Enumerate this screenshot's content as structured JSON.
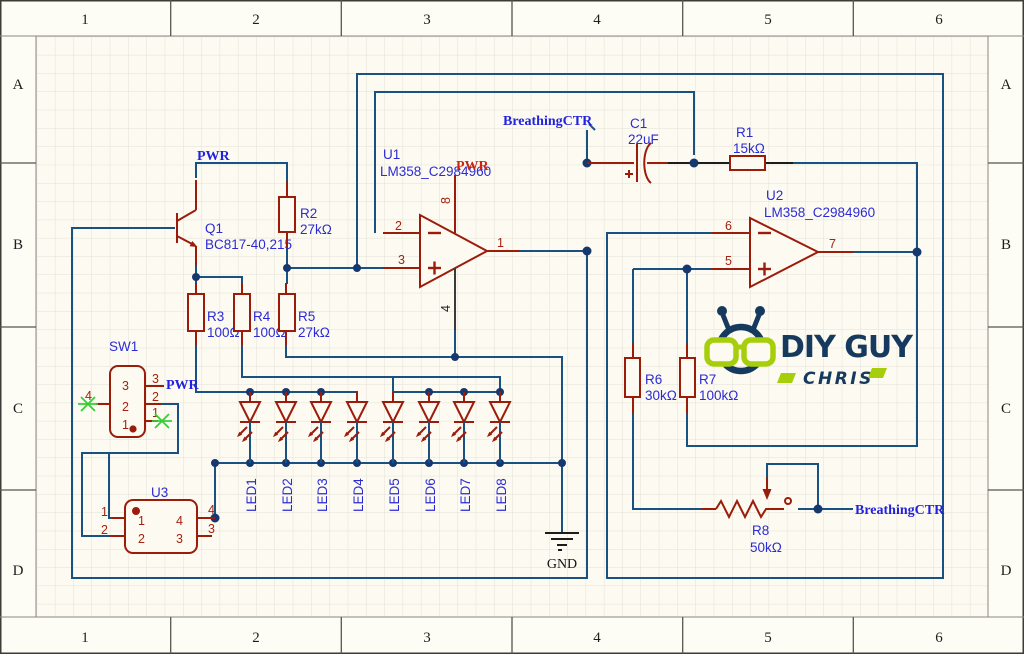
{
  "border": {
    "cols": [
      "1",
      "2",
      "3",
      "4",
      "5",
      "6"
    ],
    "rows": [
      "A",
      "B",
      "C",
      "D"
    ]
  },
  "nets": {
    "pwr": "PWR",
    "breathing": "BreathingCTR",
    "gnd": "GND"
  },
  "components": {
    "q1": {
      "ref": "Q1",
      "value": "BC817-40,215"
    },
    "r1": {
      "ref": "R1",
      "value": "15kΩ"
    },
    "r2": {
      "ref": "R2",
      "value": "27kΩ"
    },
    "r3": {
      "ref": "R3",
      "value": "100Ω"
    },
    "r4": {
      "ref": "R4",
      "value": "100Ω"
    },
    "r5": {
      "ref": "R5",
      "value": "27kΩ"
    },
    "r6": {
      "ref": "R6",
      "value": "30kΩ"
    },
    "r7": {
      "ref": "R7",
      "value": "100kΩ"
    },
    "r8": {
      "ref": "R8",
      "value": "50kΩ"
    },
    "c1": {
      "ref": "C1",
      "value": "22uF"
    },
    "u1": {
      "ref": "U1",
      "value": "LM358_C2984960",
      "pins": {
        "inv": "2",
        "nin": "3",
        "out": "1",
        "vcc": "8",
        "gnd": "4"
      }
    },
    "u2": {
      "ref": "U2",
      "value": "LM358_C2984960",
      "pins": {
        "inv": "6",
        "nin": "5",
        "out": "7"
      }
    },
    "u3": {
      "ref": "U3",
      "pins": {
        "p1": "1",
        "p2": "2",
        "p3": "3",
        "p4": "4"
      }
    },
    "sw1": {
      "ref": "SW1",
      "pins": {
        "p1": "1",
        "p2": "2",
        "p3": "3",
        "p4": "4"
      }
    }
  },
  "leds": [
    "LED1",
    "LED2",
    "LED3",
    "LED4",
    "LED5",
    "LED6",
    "LED7",
    "LED8"
  ],
  "logo": {
    "title": "DIY GUY",
    "subtitle": "CHRIS"
  },
  "colors": {
    "background": "#FDFBF1",
    "grid": "#E4E1D7",
    "wire": "#1A5183",
    "junction": "#16386F",
    "component": "#9C1C0C",
    "pin_number": "#A42310",
    "designator_blue": "#2B2BD5",
    "net_label_blue": "#2121DF",
    "power_flag_red": "#CB2410",
    "no_connect_green": "#35CE35",
    "logo_navy": "#163A5E",
    "logo_green": "#A6CE0A"
  }
}
